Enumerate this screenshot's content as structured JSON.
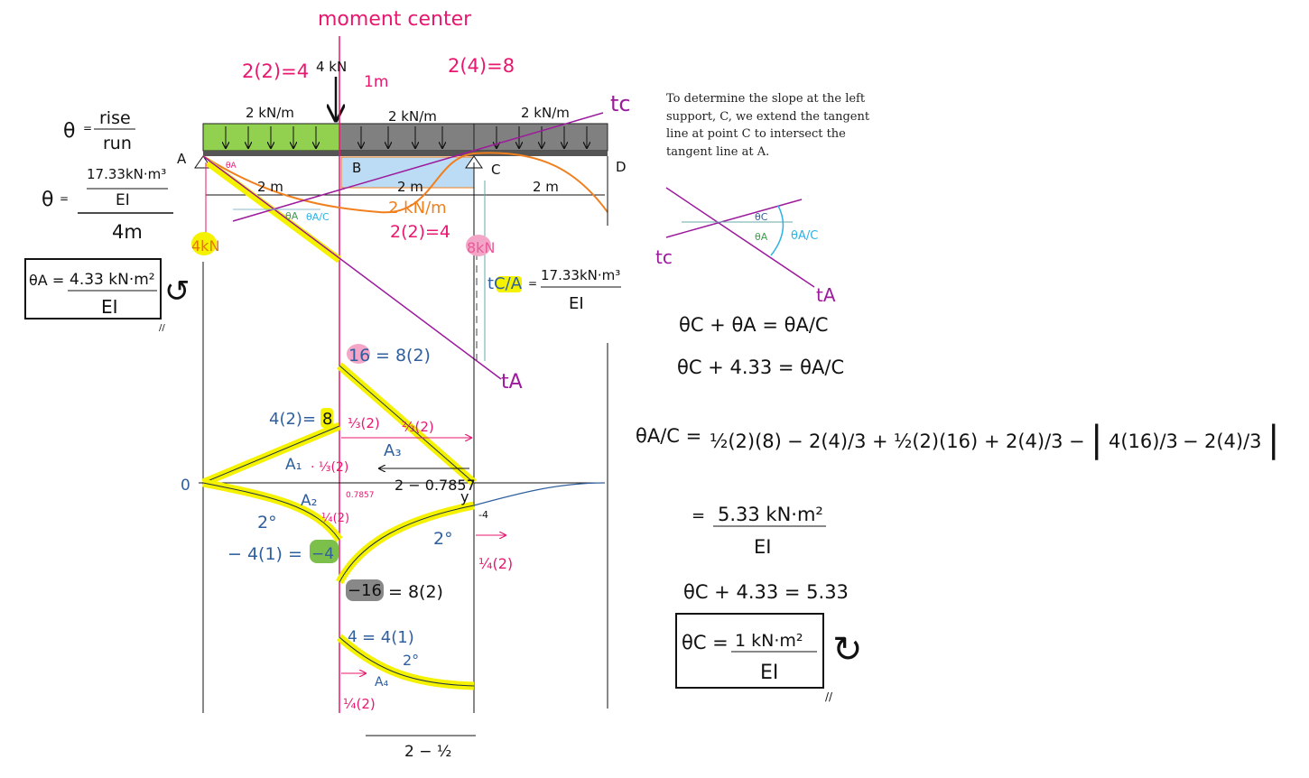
{
  "colors": {
    "pink": "#e8176f",
    "blue_text": "#2f5f9e",
    "highlight_yellow": "#f5f200",
    "green_load": "#92d050",
    "gray_load": "#808080",
    "light_blue_load": "#bcdcf5",
    "orange_curve": "#f07f1d",
    "tangent_purple": "#9c1a9c",
    "cyan_angle": "#2fb2e6"
  },
  "title": "moment center",
  "loads": {
    "point_load": "4 kN",
    "dist_left": "2 kN/m",
    "dist_mid": "2 kN/m",
    "dist_right": "2 kN/m",
    "resultant_left": "2(2)=4",
    "resultant_right": "2(4)=8",
    "resultant_up": "2(2)=4",
    "up_load": "2 kN/m",
    "one_m": "1m"
  },
  "points": {
    "a": "A",
    "b": "B",
    "c": "C",
    "d": "D"
  },
  "spans": [
    "2 m",
    "2 m",
    "2 m"
  ],
  "reactions": {
    "left": "4kN",
    "right": "8kN"
  },
  "tangents": {
    "tc": "tc",
    "ta": "tA",
    "theta_a": "θA",
    "theta_ac": "θA/C",
    "theta_a_small": "θA"
  },
  "left_work": {
    "theta": "θ",
    "eq": "=",
    "rise": "rise",
    "run": "run",
    "num": "17.33kN·m³",
    "ei": "EI",
    "den": "4m",
    "result_lhs": "θA =",
    "result_num": "4.33 kN·m²",
    "result_den": "EI",
    "ccw": "↺",
    "dbl": "//"
  },
  "tca": {
    "label": "tC/A",
    "eq": "=",
    "num": "17.33kN·m³",
    "den": "EI"
  },
  "moment_diagram": {
    "origin": "0",
    "v16": "16",
    "v16_eq": "= 8(2)",
    "v8_eq": "4(2)=",
    "v8": "8",
    "third": "⅓(2)",
    "two_thirds": "⅔(2)",
    "a1": "A₁",
    "a1_arm": "· ⅓(2)",
    "a2": "A₂",
    "a2_arm": "¼(2)",
    "a3": "A₃",
    "dist": "2 − 0.7857",
    "small_dist": "0.7857",
    "deg2a": "2°",
    "deg2b": "2°",
    "deg2c": "2°",
    "neg4_eq": "− 4(1) =",
    "neg4": "−4",
    "neg4_label": "-4",
    "y": "y",
    "quarter_right": "¼(2)",
    "neg16": "−16",
    "neg16_eq": "= 8(2)",
    "v4": "4",
    "v4_eq": "= 4(1)",
    "a4": "A₄",
    "quarter_bottom": "¼(2)",
    "bottom_dim": "2 − ½"
  },
  "note": "To determine the slope at the left support, C, we extend the tangent line at point C to intersect the tangent line at A.",
  "angle_sketch": {
    "tc": "tc",
    "ta": "tA",
    "theta_c": "θC",
    "theta_a": "θA",
    "theta_ac": "θA/C"
  },
  "equations": {
    "eq1": "θC + θA = θA/C",
    "eq2": "θC + 4.33 = θA/C",
    "eq3_lhs": "θA/C =",
    "eq3_terms": [
      "½(2)(8)",
      "−",
      "2(4)/3",
      "+",
      "½(2)(16)",
      "+",
      "2(4)/3",
      "−",
      "|",
      "4(16)/3",
      "−",
      "2(4)/3",
      "|"
    ],
    "eq4_eq": "=",
    "eq4_num": "5.33 kN·m²",
    "eq4_den": "EI",
    "eq5": "θC + 4.33 = 5.33",
    "result_lhs": "θC =",
    "result_num": "1 kN·m²",
    "result_den": "EI",
    "cw": "↻",
    "dbl": "//"
  }
}
